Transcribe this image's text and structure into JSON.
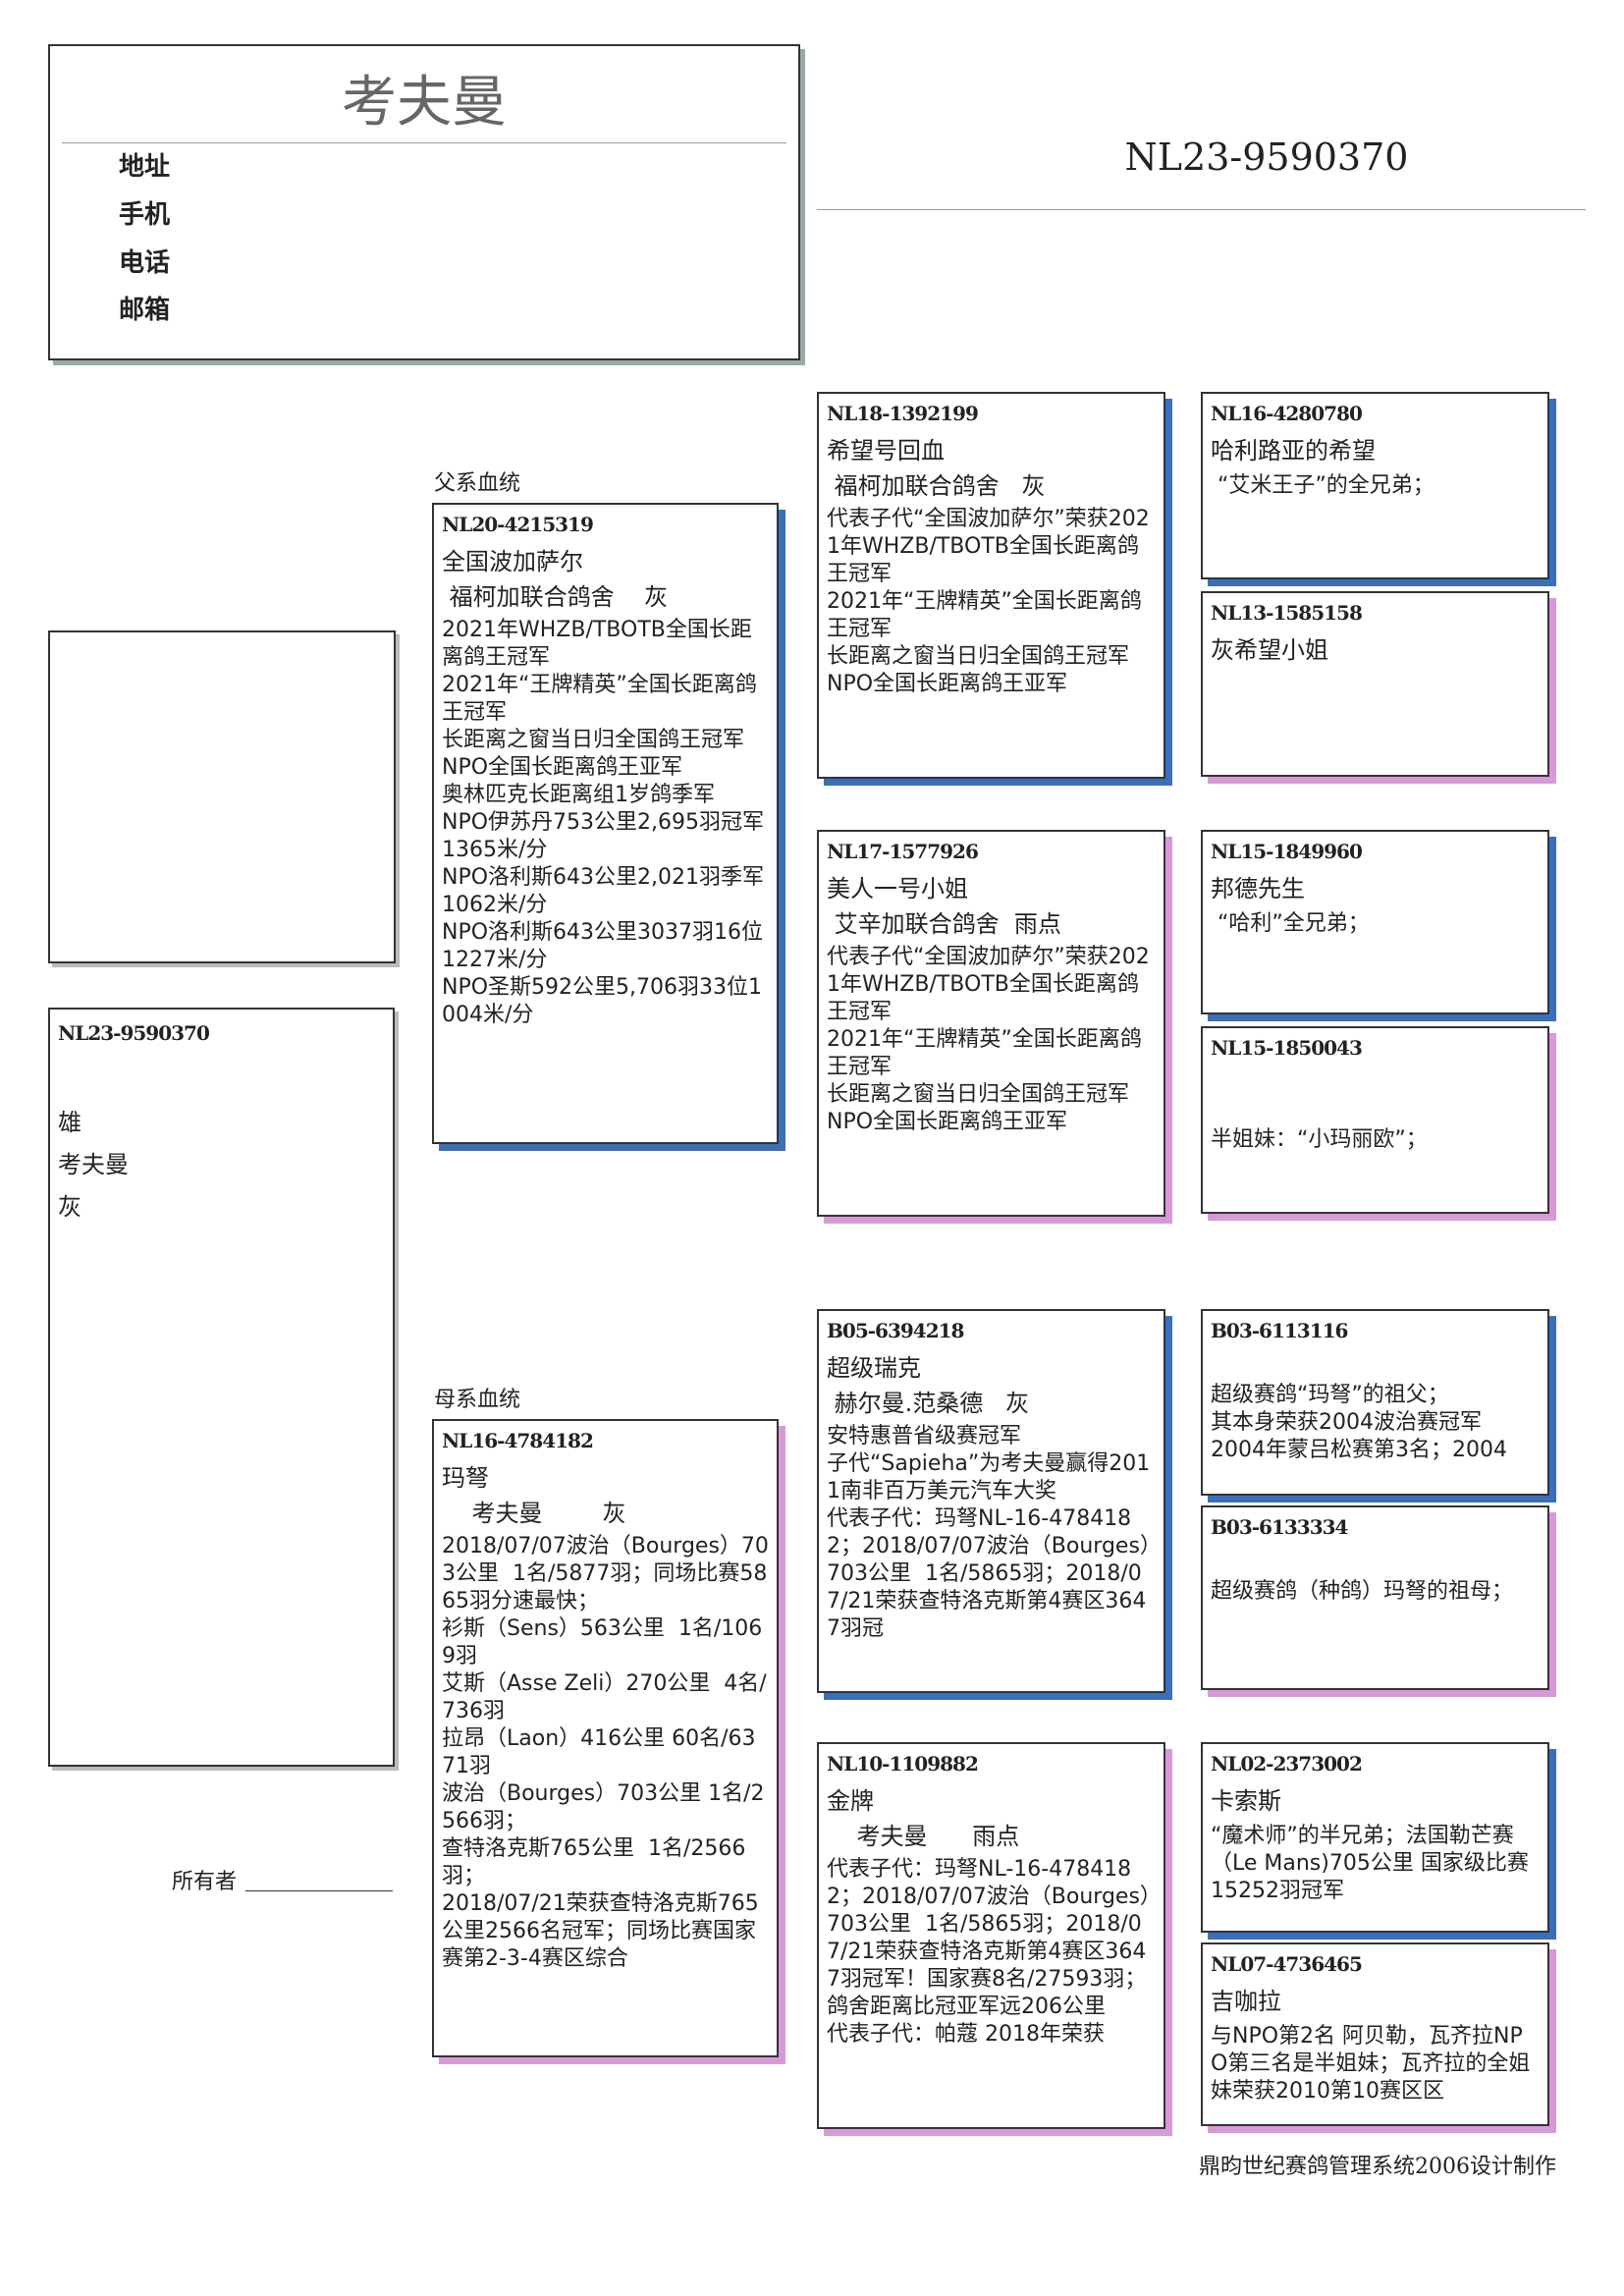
{
  "header": {
    "title": "考夫曼",
    "labels": [
      "地址",
      "手机",
      "电话",
      "邮箱"
    ],
    "ring": "NL23-9590370"
  },
  "self": {
    "ring": "NL23-9590370",
    "sex": "雄",
    "name": "考夫曼",
    "color": "灰"
  },
  "owner_label": "所有者",
  "sections": {
    "sire": "父系血统",
    "dam": "母系血统"
  },
  "footer": "鼎昀世纪赛鸽管理系统2006设计制作",
  "birds": [
    {
      "ring": "NL20-4215319",
      "name": "全国波加萨尔",
      "breeder": " 福柯加联合鸽舍    灰",
      "body": "2021年WHZB/TBOTB全国长距离鸽王冠军\n2021年“王牌精英”全国长距离鸽王冠军\n长距离之窗当日归全国鸽王冠军\nNPO全国长距离鸽王亚军\n奥林匹克长距离组1岁鸽季军\nNPO伊苏丹753公里2,695羽冠军 1365米/分\nNPO洛利斯643公里2,021羽季军 1062米/分\nNPO洛利斯643公里3037羽16位 1227米/分\nNPO圣斯592公里5,706羽33位1004米/分"
    },
    {
      "ring": "NL16-4784182",
      "name": "玛弩",
      "breeder": "    考夫曼        灰",
      "body": "2018/07/07波治（Bourges）703公里  1名/5877羽；同场比赛5865羽分速最快；\n衫斯（Sens）563公里  1名/1069羽\n艾斯（Asse Zeli）270公里  4名/736羽\n拉昂（Laon）416公里 60名/6371羽\n波治（Bourges）703公里 1名/2566羽；\n查特洛克斯765公里  1名/2566羽；\n2018/07/21荣获查特洛克斯765公里2566名冠军；同场比赛国家赛第2-3-4赛区综合"
    },
    {
      "ring": "NL18-1392199",
      "name": "希望号回血",
      "breeder": " 福柯加联合鸽舍   灰",
      "body": "代表子代“全国波加萨尔”荣获2021年WHZB/TBOTB全国长距离鸽王冠军\n2021年“王牌精英”全国长距离鸽王冠军\n长距离之窗当日归全国鸽王冠军\nNPO全国长距离鸽王亚军"
    },
    {
      "ring": "NL17-1577926",
      "name": "美人一号小姐",
      "breeder": " 艾辛加联合鸽舍  雨点",
      "body": "代表子代“全国波加萨尔”荣获2021年WHZB/TBOTB全国长距离鸽王冠军\n2021年“王牌精英”全国长距离鸽王冠军\n长距离之窗当日归全国鸽王冠军\nNPO全国长距离鸽王亚军"
    },
    {
      "ring": "B05-6394218",
      "name": "超级瑞克",
      "breeder": " 赫尔曼.范桑德   灰",
      "body": "安特惠普省级赛冠军\n子代“Sapieha”为考夫曼赢得2011南非百万美元汽车大奖\n代表子代：玛弩NL-16-4784182；2018/07/07波治（Bourges）703公里  1名/5865羽；2018/07/21荣获查特洛克斯第4赛区3647羽冠"
    },
    {
      "ring": "NL10-1109882",
      "name": "金牌",
      "breeder": "    考夫曼      雨点",
      "body": "代表子代：玛弩NL-16-4784182；2018/07/07波治（Bourges）703公里  1名/5865羽；2018/07/21荣获查特洛克斯第4赛区3647羽冠军！国家赛8名/27593羽；鸽舍距离比冠亚军远206公里\n代表子代：帕蔻 2018年荣获"
    },
    {
      "ring": "NL16-4280780",
      "name": "哈利路亚的希望",
      "breeder": "",
      "body": " “艾米王子”的全兄弟；"
    },
    {
      "ring": "NL13-1585158",
      "name": "灰希望小姐",
      "breeder": "",
      "body": ""
    },
    {
      "ring": "NL15-1849960",
      "name": "邦德先生",
      "breeder": "",
      "body": " “哈利”全兄弟；"
    },
    {
      "ring": "NL15-1850043",
      "name": "",
      "breeder": "",
      "body": "\n\n半姐妹：“小玛丽欧”；"
    },
    {
      "ring": "B03-6113116",
      "name": "",
      "breeder": "",
      "body": "\n超级赛鸽“玛弩”的祖父；\n其本身荣获2004波治赛冠军\n2004年蒙吕松赛第3名；2004"
    },
    {
      "ring": "B03-6133334",
      "name": "",
      "breeder": "",
      "body": "\n超级赛鸽（种鸽）玛弩的祖母；"
    },
    {
      "ring": "NL02-2373002",
      "name": "卡索斯",
      "breeder": "",
      "body": "“魔术师”的半兄弟；法国勒芒赛（Le Mans)705公里 国家级比赛15252羽冠军"
    },
    {
      "ring": "NL07-4736465",
      "name": "吉咖拉",
      "breeder": "",
      "body": "与NPO第2名 阿贝勒，瓦齐拉NPO第三名是半姐妹；瓦齐拉的全姐妹荣获2010第10赛区区"
    }
  ]
}
